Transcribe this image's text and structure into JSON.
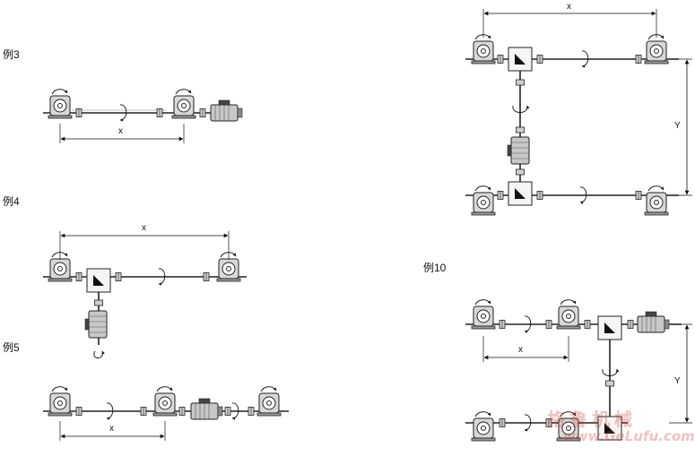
{
  "examples": {
    "ex3": {
      "label": "例3",
      "dim_x": "x"
    },
    "ex4": {
      "label": "例4",
      "dim_x": "x"
    },
    "ex5": {
      "label": "例5",
      "dim_x": "x"
    },
    "ex10": {
      "label": "例10",
      "dim_x": "x",
      "dim_y": "Y"
    },
    "ex_top_right": {
      "dim_x": "x",
      "dim_y": "Y"
    }
  },
  "watermark": {
    "text": "格鲁机械",
    "url": "www.GeLufu.com"
  }
}
